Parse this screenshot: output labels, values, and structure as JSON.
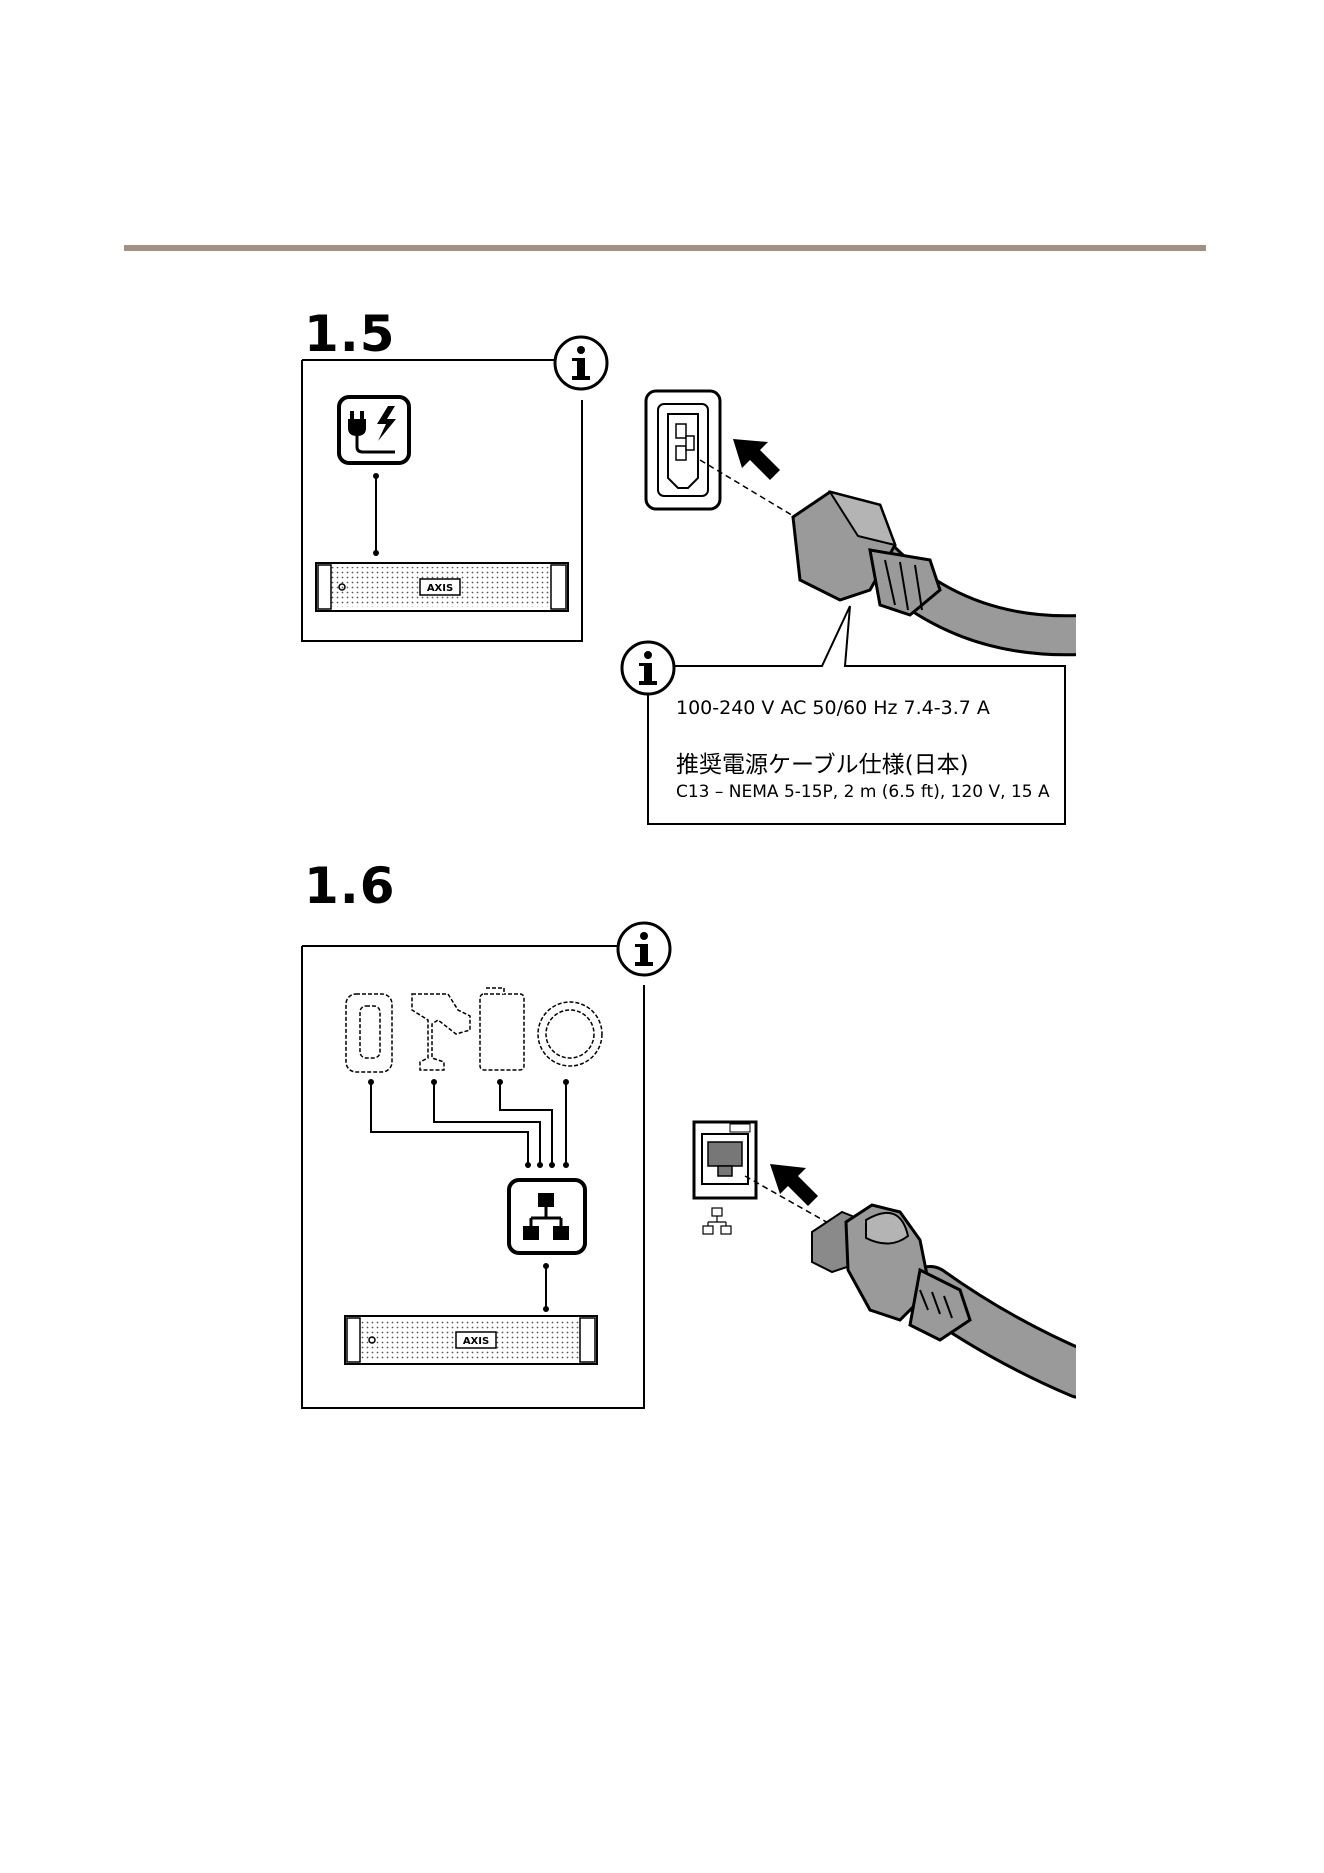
{
  "sections": [
    {
      "title": "1.5"
    },
    {
      "title": "1.6"
    }
  ],
  "power_info": {
    "line1": "100-240 V AC 50/60 Hz 7.4-3.7 A",
    "line2": "推奨電源ケーブル仕様(日本)",
    "line3": "C13 – NEMA 5-15P, 2 m (6.5 ft), 120 V, 15 A"
  },
  "device_logo": "AXIS",
  "icons": [
    "info-icon",
    "power-plug-icon",
    "network-switch-icon",
    "arrow-icon"
  ],
  "colors": {
    "rule": "#a09183",
    "cable": "#9a9a9a",
    "ink": "#000000"
  }
}
